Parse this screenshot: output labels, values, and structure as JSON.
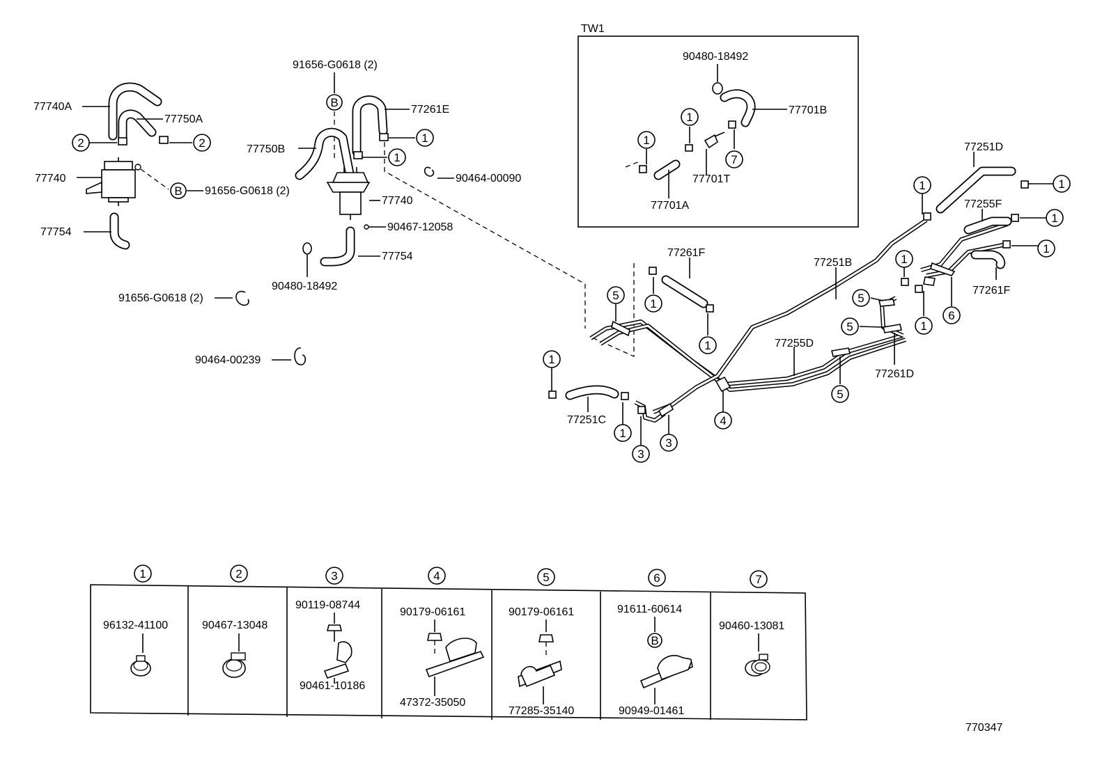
{
  "diagram_code": "770347",
  "inset": {
    "title": "TW1"
  },
  "labels": {
    "p77740A": "77740A",
    "p77750A": "77750A",
    "p77740_left": "77740",
    "p77754_left": "77754",
    "p91656_top": "91656-G0618 (2)",
    "p91656_mid": "91656-G0618 (2)",
    "p91656_lower": "91656-G0618 (2)",
    "p90464_00239": "90464-00239",
    "p77750B": "77750B",
    "p77261E": "77261E",
    "p90464_00090": "90464-00090",
    "p77740_center": "77740",
    "p90467_12058": "90467-12058",
    "p77754_center": "77754",
    "p90480_18492_center": "90480-18492",
    "p90480_18492_inset": "90480-18492",
    "p77701B": "77701B",
    "p77701T": "77701T",
    "p77701A": "77701A",
    "p77261F_left": "77261F",
    "p77251B": "77251B",
    "p77251D": "77251D",
    "p77255F": "77255F",
    "p77261F_right": "77261F",
    "p77255D": "77255D",
    "p77261D": "77261D",
    "p77251C": "77251C"
  },
  "callout_refs": {
    "one": "1",
    "two": "2",
    "three": "3",
    "four": "4",
    "five": "5",
    "six": "6",
    "seven": "7",
    "b": "B"
  },
  "legend": [
    {
      "ref": "1",
      "parts": [
        "96132-41100"
      ]
    },
    {
      "ref": "2",
      "parts": [
        "90467-13048"
      ]
    },
    {
      "ref": "3",
      "parts": [
        "90119-08744",
        "90461-10186"
      ]
    },
    {
      "ref": "4",
      "parts": [
        "90179-06161",
        "47372-35050"
      ]
    },
    {
      "ref": "5",
      "parts": [
        "90179-06161",
        "77285-35140"
      ]
    },
    {
      "ref": "6",
      "parts": [
        "91611-60614",
        "90949-01461"
      ]
    },
    {
      "ref": "7",
      "parts": [
        "90460-13081"
      ]
    }
  ]
}
